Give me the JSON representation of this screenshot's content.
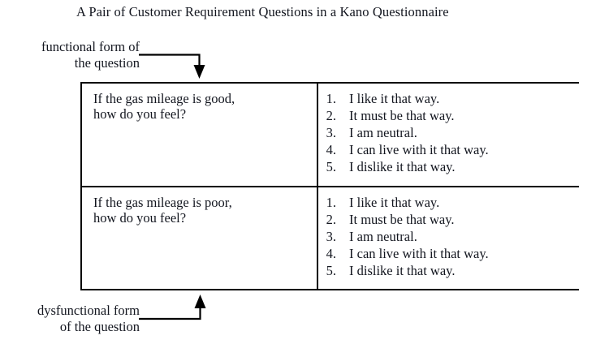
{
  "figure": {
    "title": "A Pair of Customer Requirement Questions in a Kano Questionnaire",
    "ink_color": "#13161f",
    "background_color": "#ffffff"
  },
  "callouts": {
    "functional": {
      "line1": "functional form of",
      "line2": "the question",
      "arrow": "arrow-down"
    },
    "dysfunctional": {
      "line1": "dysfunctional form",
      "line2": "of the question",
      "arrow": "arrow-up"
    }
  },
  "table": {
    "rows": [
      {
        "question": {
          "line1": "If the gas mileage is good,",
          "line2": "how do you feel?"
        },
        "answers": [
          {
            "num": "1.",
            "text": "I like it that way."
          },
          {
            "num": "2.",
            "text": "It must be that way."
          },
          {
            "num": "3.",
            "text": "I am neutral."
          },
          {
            "num": "4.",
            "text": "I can live with it that way."
          },
          {
            "num": "5.",
            "text": "I dislike it that way."
          }
        ]
      },
      {
        "question": {
          "line1": "If the gas mileage is poor,",
          "line2": "how do you feel?"
        },
        "answers": [
          {
            "num": "1.",
            "text": "I like it that way."
          },
          {
            "num": "2.",
            "text": "It must be that way."
          },
          {
            "num": "3.",
            "text": "I am neutral."
          },
          {
            "num": "4.",
            "text": "I can live with it that way."
          },
          {
            "num": "5.",
            "text": "I dislike it that way."
          }
        ]
      }
    ]
  }
}
